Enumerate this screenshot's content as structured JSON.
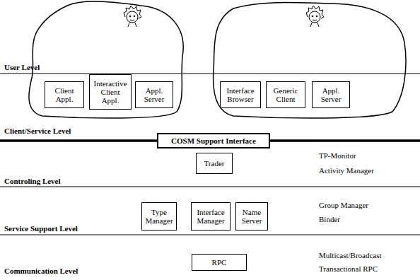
{
  "diagram": {
    "nodes": [
      {
        "text": [
          "Client Appl."
        ]
      },
      {
        "text": [
          "Interactive Client Appl."
        ]
      },
      {
        "text": [
          "Appl. Server"
        ]
      },
      {
        "text": [
          "Interface Browser"
        ]
      },
      {
        "text": [
          "Generic Client"
        ]
      },
      {
        "text": [
          "Appl. Server"
        ]
      },
      {
        "text": [
          "COSM Support Interface"
        ]
      },
      {
        "text": [
          "Trader"
        ]
      },
      {
        "text": [
          "Type Manager"
        ]
      },
      {
        "text": [
          "Interface Manager"
        ]
      },
      {
        "text": [
          "Name Server"
        ]
      },
      {
        "text": [
          "RPC"
        ]
      }
    ],
    "labels": [
      "User Level",
      "Client/Service Level",
      "Controling Level",
      "Service Support Level",
      "Communication Level",
      "TP-Monitor",
      "Activity Manager",
      "Group Manager",
      "Binder",
      "Multicast/Broadcast",
      "Transactional RPC"
    ]
  }
}
